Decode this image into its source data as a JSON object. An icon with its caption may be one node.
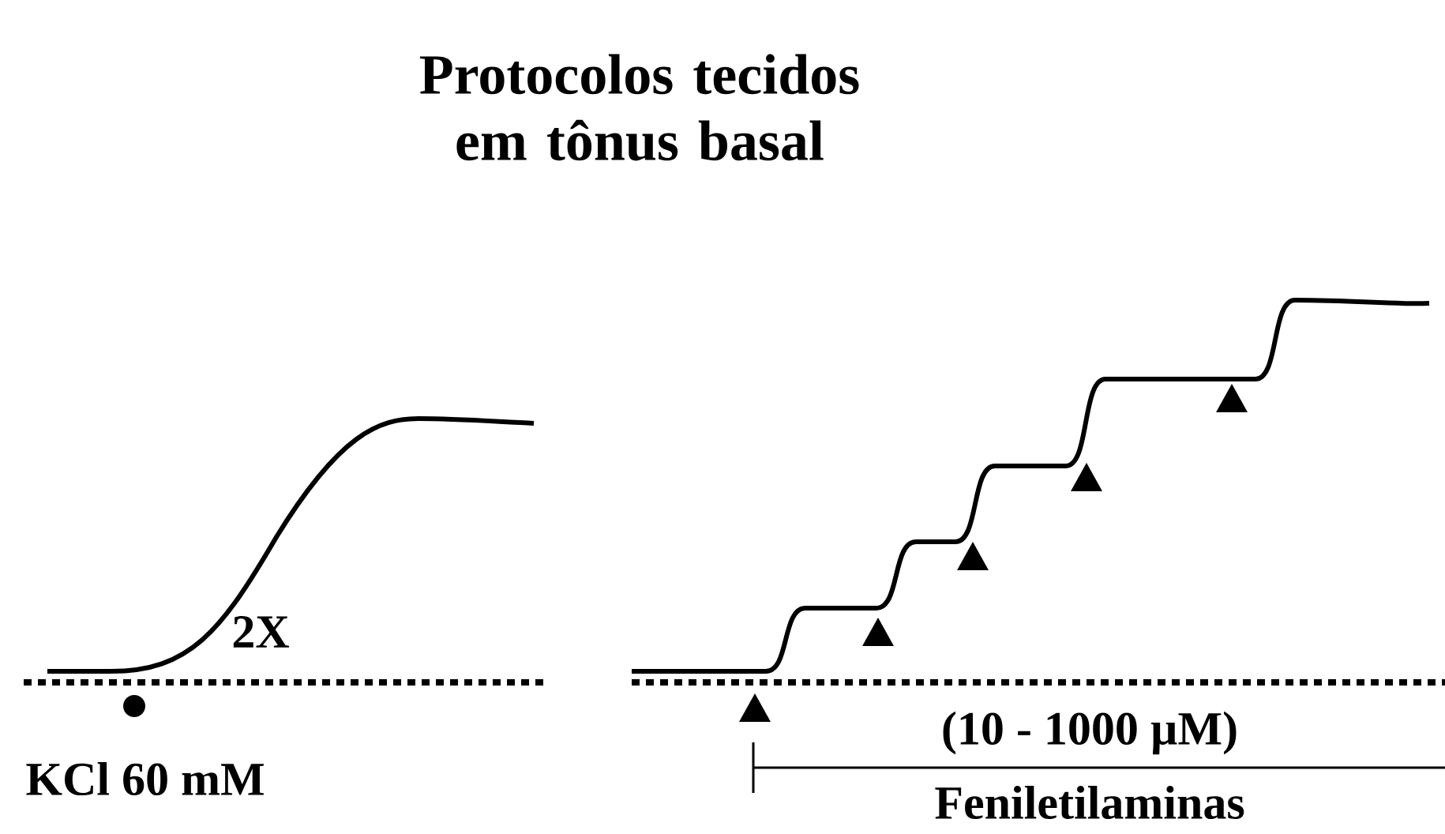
{
  "diagram": {
    "title": "Protocolos tecidos em tônus basal",
    "labels": [
      "2X",
      "KCl 60 mM",
      "(10 - 1000 µM)",
      "Feniletilaminas"
    ]
  }
}
